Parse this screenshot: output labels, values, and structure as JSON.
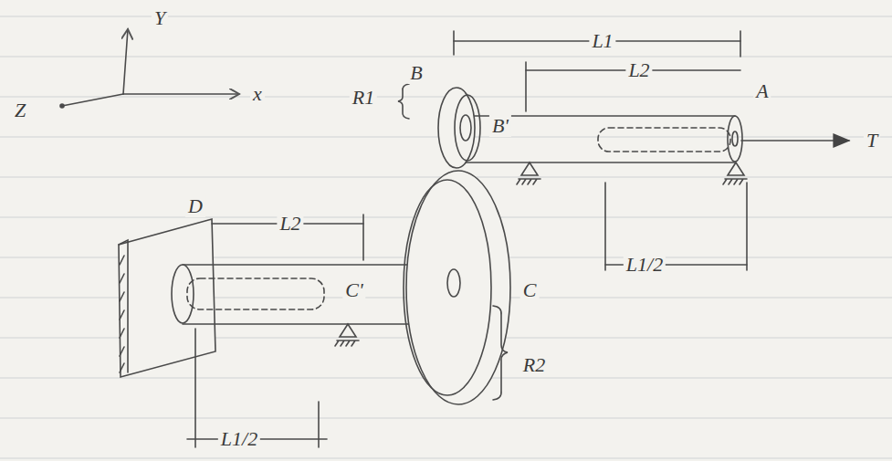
{
  "diagram": {
    "labels": [
      "Y",
      "x",
      "Z",
      "B",
      "R1",
      "L1",
      "L2",
      "A",
      "T",
      "B'",
      "L1/2",
      "D",
      "L2",
      "C'",
      "C",
      "R2",
      "L1/2"
    ]
  }
}
